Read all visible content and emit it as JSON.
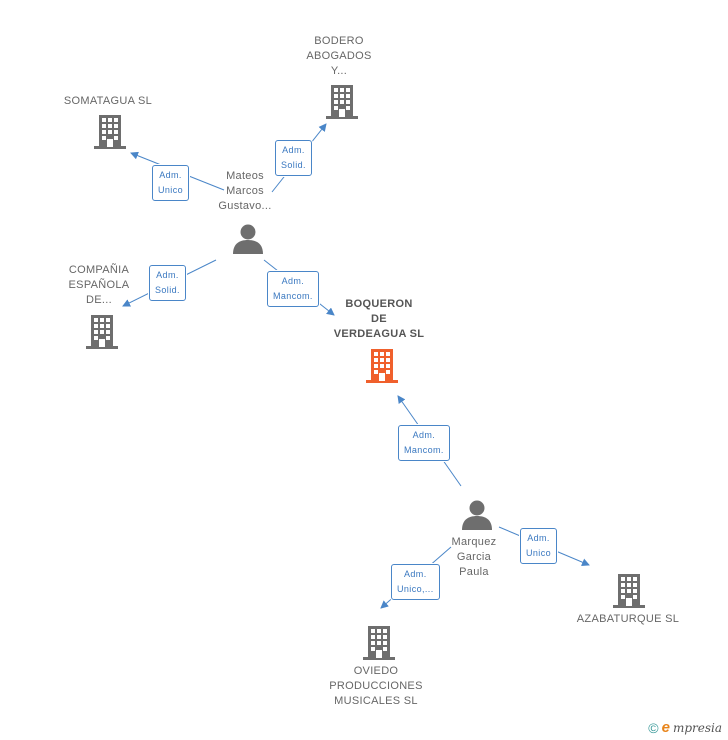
{
  "colors": {
    "edge": "#4a86c8",
    "company_icon": "#6e6e6e",
    "focus_icon": "#f0602c",
    "person_icon": "#6e6e6e"
  },
  "nodes": {
    "bodero": {
      "lines": [
        "BODERO",
        "ABOGADOS",
        "Y..."
      ],
      "icon": "building-icon"
    },
    "somatagua": {
      "lines": [
        "SOMATAGUA SL"
      ],
      "icon": "building-icon"
    },
    "mateos": {
      "lines": [
        "Mateos",
        "Marcos",
        "Gustavo..."
      ],
      "icon": "person-icon"
    },
    "compania": {
      "lines": [
        "COMPAÑIA",
        "ESPAÑOLA",
        "DE..."
      ],
      "icon": "building-icon"
    },
    "boqueron": {
      "lines": [
        "BOQUERON",
        "DE",
        "VERDEAGUA SL"
      ],
      "icon": "building-icon"
    },
    "marquez": {
      "lines": [
        "Marquez",
        "Garcia",
        "Paula"
      ],
      "icon": "person-icon"
    },
    "azabaturque": {
      "lines": [
        "AZABATURQUE SL"
      ],
      "icon": "building-icon"
    },
    "oviedo": {
      "lines": [
        "OVIEDO",
        "PRODUCCIONES",
        "MUSICALES SL"
      ],
      "icon": "building-icon"
    }
  },
  "relations": {
    "mateos_bodero": [
      "Adm.",
      "Solid."
    ],
    "mateos_somatagua": [
      "Adm.",
      "Unico"
    ],
    "mateos_compania": [
      "Adm.",
      "Solid."
    ],
    "mateos_boqueron": [
      "Adm.",
      "Mancom."
    ],
    "marquez_boqueron": [
      "Adm.",
      "Mancom."
    ],
    "marquez_azabaturque": [
      "Adm.",
      "Unico"
    ],
    "marquez_oviedo": [
      "Adm.",
      "Unico,..."
    ]
  },
  "footer": {
    "copyright": "©",
    "brand_initial": "e",
    "brand_rest": "mpresia"
  }
}
